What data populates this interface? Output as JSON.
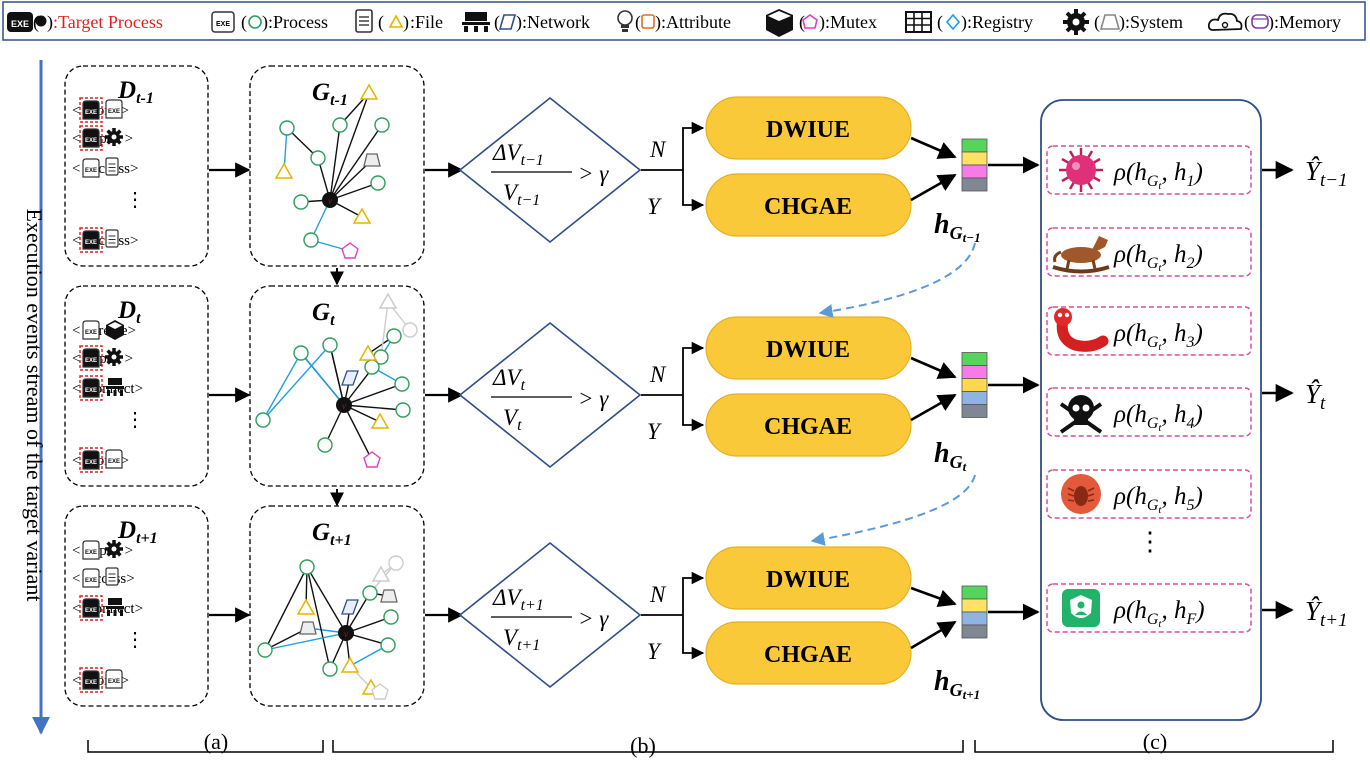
{
  "legend": {
    "items": [
      {
        "label": ":Target Process",
        "color": "#e02020"
      },
      {
        "label": ":Process"
      },
      {
        "label": ":File"
      },
      {
        "label": ":Network"
      },
      {
        "label": ":Attribute"
      },
      {
        "label": ":Mutex"
      },
      {
        "label": ":Registry"
      },
      {
        "label": ":System"
      },
      {
        "label": ":Memory"
      }
    ]
  },
  "sidebar": {
    "label": "Execution events stream of the target variant"
  },
  "rows": [
    {
      "d_label": {
        "base": "D",
        "sub": "t-1"
      },
      "g_label": {
        "base": "G",
        "sub": "t-1"
      },
      "events": [
        "< , fork >",
        "< , open >",
        "< , access>",
        "⋮",
        "< , access>"
      ],
      "fraction": {
        "num": "ΔV",
        "num_sub": "t−1",
        "den": "V",
        "den_sub": "t−1",
        "rhs": "> γ"
      },
      "n_label": "N",
      "y_label": "Y",
      "dwiue": "DWIUE",
      "chgae": "CHGAE",
      "h_label": {
        "base": "h",
        "sub": "G",
        "subsub": "t−1"
      },
      "y_hat": {
        "base": "Ŷ",
        "sub": "t−1"
      }
    },
    {
      "d_label": {
        "base": "D",
        "sub": "t"
      },
      "g_label": {
        "base": "G",
        "sub": "t"
      },
      "events": [
        "< , create>",
        "< , open >",
        "< ,connect>",
        "⋮",
        "< , fork >"
      ],
      "fraction": {
        "num": "ΔV",
        "num_sub": "t",
        "den": "V",
        "den_sub": "t",
        "rhs": "> γ"
      },
      "n_label": "N",
      "y_label": "Y",
      "dwiue": "DWIUE",
      "chgae": "CHGAE",
      "h_label": {
        "base": "h",
        "sub": "G",
        "subsub": "t"
      },
      "y_hat": {
        "base": "Ŷ",
        "sub": "t"
      }
    },
    {
      "d_label": {
        "base": "D",
        "sub": "t+1"
      },
      "g_label": {
        "base": "G",
        "sub": "t+1"
      },
      "events": [
        "< , open >",
        "< ,access>",
        "< ,connect>",
        "⋮",
        "< , fork >"
      ],
      "fraction": {
        "num": "ΔV",
        "num_sub": "t+1",
        "den": "V",
        "den_sub": "t+1",
        "rhs": "> γ"
      },
      "n_label": "N",
      "y_label": "Y",
      "dwiue": "DWIUE",
      "chgae": "CHGAE",
      "h_label": {
        "base": "h",
        "sub": "G",
        "subsub": "t+1"
      },
      "y_hat": {
        "base": "Ŷ",
        "sub": "t+1"
      }
    }
  ],
  "similarities": [
    {
      "icon": "virus-icon",
      "sub": "1"
    },
    {
      "icon": "trojan-horse-icon",
      "sub": "2"
    },
    {
      "icon": "worm-icon",
      "sub": "3"
    },
    {
      "icon": "skull-icon",
      "sub": "4"
    },
    {
      "icon": "bug-icon",
      "sub": "5"
    },
    {
      "icon": "vdots",
      "sub": ""
    },
    {
      "icon": "shield-user-icon",
      "sub": "F"
    }
  ],
  "rho": {
    "fn": "ρ",
    "h_base": "h",
    "h_sub": "G",
    "h_subsub": "t"
  },
  "panel_labels": [
    "(a)",
    "(b)",
    "(c)"
  ],
  "colors": {
    "box_fill": "#f9c93a",
    "box_stroke": "#e8b020",
    "diamond": "#2f4f86",
    "panel_border": "#2f4f86",
    "panel_fill": "#ffffff",
    "dash_pink": "#d94f9a",
    "dash_blue": "#5b9bd5",
    "arrow_blue": "#4472c4",
    "process_green": "#2e9e5b",
    "file_yellow": "#e6b400",
    "network_blue": "#2f4f86",
    "attribute_orange": "#e07020",
    "mutex_pink": "#e040c0",
    "registry_blue": "#1f9fe0",
    "system_gray": "#888888",
    "memory_purple": "#8040a0",
    "stack": [
      "#55d65b",
      "#ffe166",
      "#f77ae8",
      "#ffd84d",
      "#8fb4e3",
      "#7f8793"
    ]
  }
}
